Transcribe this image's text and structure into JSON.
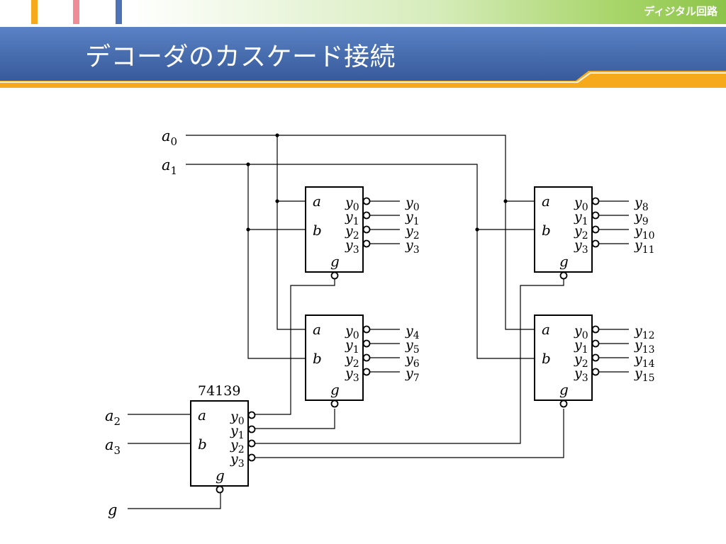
{
  "header": {
    "course_label": "ディジタル回路",
    "title": "デコーダのカスケード接続"
  },
  "diagram": {
    "inputs": {
      "a0": {
        "var": "a",
        "sub": "0"
      },
      "a1": {
        "var": "a",
        "sub": "1"
      },
      "a2": {
        "var": "a",
        "sub": "2"
      },
      "a3": {
        "var": "a",
        "sub": "3"
      },
      "g": "g"
    },
    "chip_label": "74139",
    "pin_labels": {
      "a": "a",
      "b": "b",
      "g": "g",
      "y": "y",
      "y0": "0",
      "y1": "1",
      "y2": "2",
      "y3": "3"
    },
    "outputs": {
      "var": "y",
      "top_left": [
        "0",
        "1",
        "2",
        "3"
      ],
      "bottom_left": [
        "4",
        "5",
        "6",
        "7"
      ],
      "top_right": [
        "8",
        "9",
        "10",
        "11"
      ],
      "bottom_right": [
        "12",
        "13",
        "14",
        "15"
      ]
    }
  },
  "colors": {
    "header_green": "#9fd15a",
    "band_blue": "#3f66a8",
    "band_orange": "#f5a91b",
    "accent_orange": "#f5a91b",
    "accent_pink": "#ef8c95",
    "accent_blue": "#4d72b8",
    "wire": "#000000"
  }
}
